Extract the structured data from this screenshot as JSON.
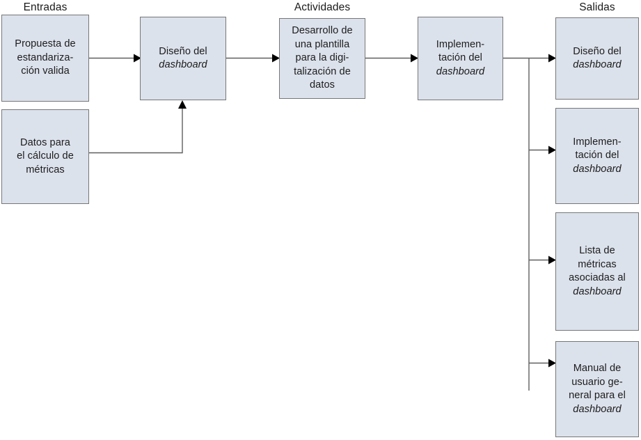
{
  "diagram": {
    "title": "Entradas - Actividades - Salidas",
    "type": "flowchart",
    "colors": {
      "node_fill": "#dce2ec",
      "node_border": "#767676",
      "edge": "#5f5f5f",
      "arrowhead": "#000000",
      "text": "#1c1c1c",
      "background": "#ffffff"
    }
  },
  "headers": [
    {
      "id": "header-entradas",
      "label": "Entradas"
    },
    {
      "id": "header-actividades",
      "label": "Actividades"
    },
    {
      "id": "header-salidas",
      "label": "Salidas"
    }
  ],
  "nodes": {
    "entrada_1": {
      "id": "node-propuesta-estandarizacion",
      "column": "Entradas",
      "lines": [
        {
          "text": "Propuesta de",
          "italic": false
        },
        {
          "text": "estandariza-",
          "italic": false
        },
        {
          "text": "ción valida",
          "italic": false
        }
      ],
      "plain_text": "Propuesta de estandariza- ción valida"
    },
    "entrada_2": {
      "id": "node-datos-calculo-metricas",
      "column": "Entradas",
      "lines": [
        {
          "text": "Datos para",
          "italic": false
        },
        {
          "text": "el cálculo de",
          "italic": false
        },
        {
          "text": "métricas",
          "italic": false
        }
      ],
      "plain_text": "Datos para el cálculo de métricas"
    },
    "actividad_1": {
      "id": "node-diseno-del-dashboard",
      "column": "Actividades",
      "lines": [
        {
          "text": "Diseño del",
          "italic": false
        },
        {
          "text": "dashboard",
          "italic": true
        }
      ],
      "plain_text": "Diseño del dashboard"
    },
    "actividad_2": {
      "id": "node-desarrollo-plantilla",
      "column": "Actividades",
      "lines": [
        {
          "text": "Desarrollo de",
          "italic": false
        },
        {
          "text": "una plantilla",
          "italic": false
        },
        {
          "text": "para la digi-",
          "italic": false
        },
        {
          "text": "talización de",
          "italic": false
        },
        {
          "text": "datos",
          "italic": false
        }
      ],
      "plain_text": "Desarrollo de una plantilla para la digitalización de datos"
    },
    "actividad_3": {
      "id": "node-implementacion-del-dashboard",
      "column": "Actividades",
      "lines": [
        {
          "text": "Implemen-",
          "italic": false
        },
        {
          "text": "tación del",
          "italic": false
        },
        {
          "text": "dashboard",
          "italic": true
        }
      ],
      "plain_text": "Implementación del dashboard"
    },
    "salida_1": {
      "id": "node-salida-diseno-dashboard",
      "column": "Salidas",
      "lines": [
        {
          "text": "Diseño del",
          "italic": false
        },
        {
          "text": "dashboard",
          "italic": true
        }
      ],
      "plain_text": "Diseño del dashboard"
    },
    "salida_2": {
      "id": "node-salida-implementacion-dashboard",
      "column": "Salidas",
      "lines": [
        {
          "text": "Implemen-",
          "italic": false
        },
        {
          "text": "tación del",
          "italic": false
        },
        {
          "text": "dashboard",
          "italic": true
        }
      ],
      "plain_text": "Implementación del dashboard"
    },
    "salida_3": {
      "id": "node-salida-lista-metricas",
      "column": "Salidas",
      "lines": [
        {
          "text": "Lista de",
          "italic": false
        },
        {
          "text": "métricas",
          "italic": false
        },
        {
          "text": "asociadas al",
          "italic": false
        },
        {
          "text": "dashboard",
          "italic": true
        }
      ],
      "plain_text": "Lista de métricas asociadas al dashboard"
    },
    "salida_4": {
      "id": "node-salida-manual-usuario",
      "column": "Salidas",
      "lines": [
        {
          "text": "Manual de",
          "italic": false
        },
        {
          "text": "usuario ge-",
          "italic": false
        },
        {
          "text": "neral para el",
          "italic": false
        },
        {
          "text": "dashboard",
          "italic": true
        }
      ],
      "plain_text": "Manual de usuario general para el dashboard"
    }
  },
  "edges": [
    {
      "id": "edge-propuesta-to-diseno",
      "from": "entrada_1",
      "to": "actividad_1",
      "style": "straight-right"
    },
    {
      "id": "edge-datos-to-diseno",
      "from": "entrada_2",
      "to": "actividad_1",
      "style": "elbow-up"
    },
    {
      "id": "edge-diseno-to-desarrollo",
      "from": "actividad_1",
      "to": "actividad_2",
      "style": "straight-right"
    },
    {
      "id": "edge-desarrollo-to-implementacion",
      "from": "actividad_2",
      "to": "actividad_3",
      "style": "straight-right"
    },
    {
      "id": "edge-implementacion-to-salida1",
      "from": "actividad_3",
      "to": "salida_1",
      "style": "straight-right"
    },
    {
      "id": "edge-implementacion-to-salida2",
      "from": "actividad_3",
      "to": "salida_2",
      "style": "branch-down"
    },
    {
      "id": "edge-implementacion-to-salida3",
      "from": "actividad_3",
      "to": "salida_3",
      "style": "branch-down"
    },
    {
      "id": "edge-implementacion-to-salida4",
      "from": "actividad_3",
      "to": "salida_4",
      "style": "branch-down"
    }
  ]
}
